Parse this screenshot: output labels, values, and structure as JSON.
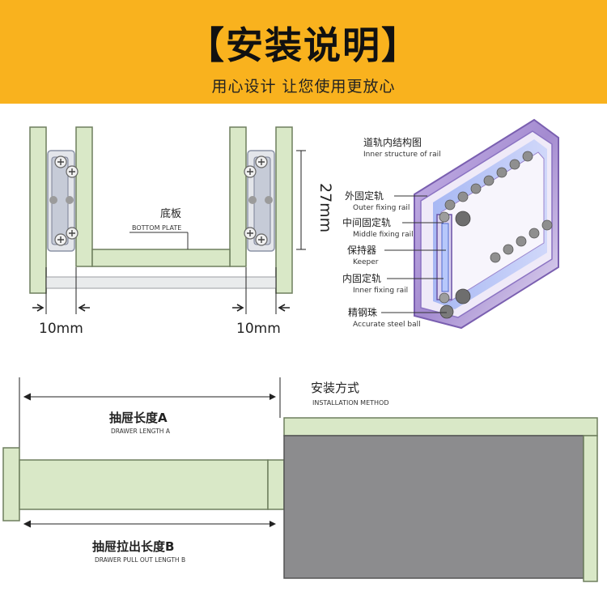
{
  "header": {
    "title": "【安装说明】",
    "subtitle": "用心设计 让您使用更放心"
  },
  "cross_section": {
    "bottom_plate_cn": "底板",
    "bottom_plate_en": "BOTTOM PLATE",
    "height_label": "27mm",
    "left_gap_label": "10mm",
    "right_gap_label": "10mm"
  },
  "rail_structure": {
    "title_cn": "道轨内结构图",
    "title_en": "Inner structure of rail",
    "parts": [
      {
        "cn": "外固定轨",
        "en": "Outer fixing rail"
      },
      {
        "cn": "中间固定轨",
        "en": "Middle fixing rail"
      },
      {
        "cn": "保持器",
        "en": "Keeper"
      },
      {
        "cn": "内固定轨",
        "en": "Inner fixing rail"
      },
      {
        "cn": "精钢珠",
        "en": "Accurate steel ball"
      }
    ]
  },
  "installation": {
    "title_cn": "安装方式",
    "title_en": "INSTALLATION METHOD",
    "length_a_cn": "抽屉长度A",
    "length_a_en": "DRAWER LENGTH A",
    "length_b_cn": "抽屉拉出长度B",
    "length_b_en": "DRAWER PULL OUT LENGTH B"
  },
  "colors": {
    "banner": "#f9b21e",
    "panel": "#d9e8c7",
    "panel_stroke": "#6e7f5e",
    "cabinet_fill": "#8c8c8e",
    "rail_purple": "#a88fd0"
  }
}
